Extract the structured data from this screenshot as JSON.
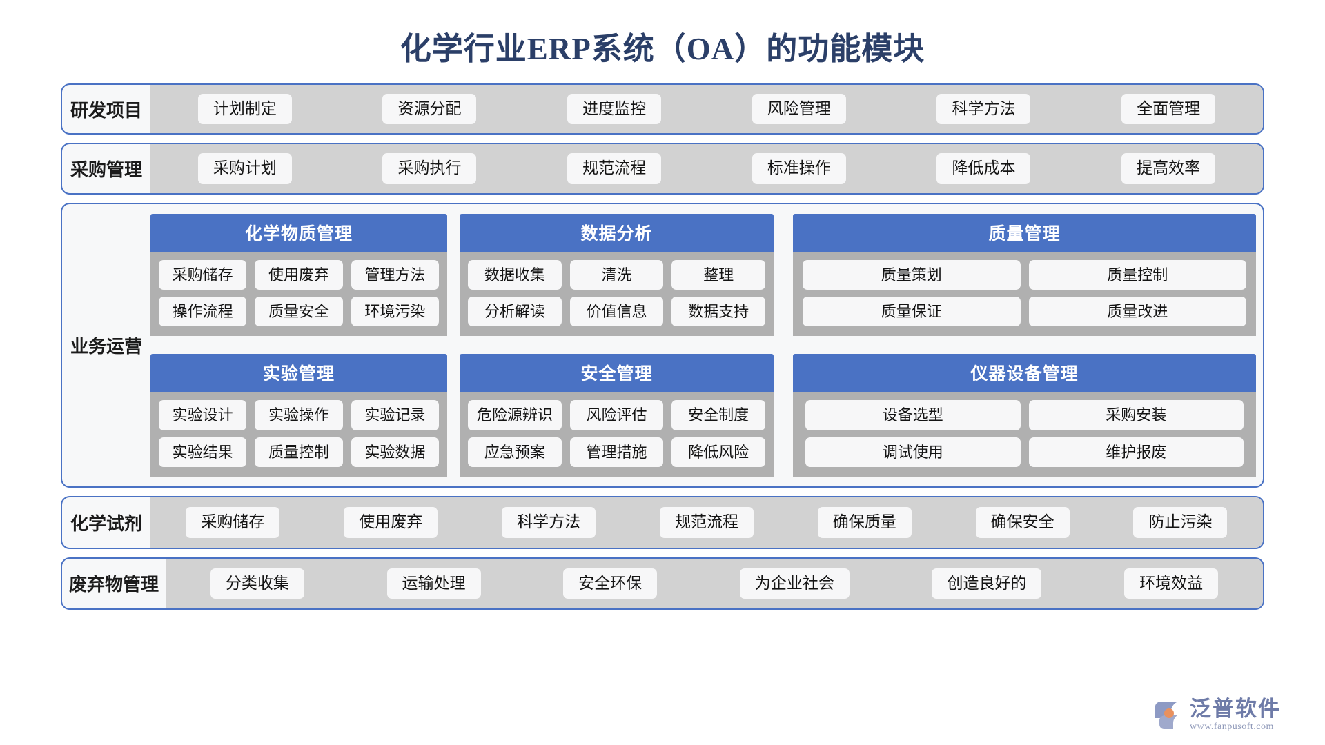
{
  "title": "化学行业ERP系统（OA）的功能模块",
  "colors": {
    "title_text": "#2b3f68",
    "frame_border": "#4a72c4",
    "card_header": "#4a72c4",
    "section_band": "#d2d2d2",
    "card_band": "#b0b0b0",
    "pill_bg": "#f7f7f8",
    "logo_text": "#6e7ba8"
  },
  "sections": [
    {
      "id": "rd-project",
      "label": "研发项目",
      "items": [
        "计划制定",
        "资源分配",
        "进度监控",
        "风险管理",
        "科学方法",
        "全面管理"
      ]
    },
    {
      "id": "procurement",
      "label": "采购管理",
      "items": [
        "采购计划",
        "采购执行",
        "规范流程",
        "标准操作",
        "降低成本",
        "提高效率"
      ]
    }
  ],
  "operations": {
    "label": "业务运营",
    "cards": [
      {
        "id": "chemical-substance",
        "title": "化学物质管理",
        "rows": [
          [
            "采购储存",
            "使用废弃",
            "管理方法"
          ],
          [
            "操作流程",
            "质量安全",
            "环境污染"
          ]
        ]
      },
      {
        "id": "data-analysis",
        "title": "数据分析",
        "rows": [
          [
            "数据收集",
            "清洗",
            "整理"
          ],
          [
            "分析解读",
            "价值信息",
            "数据支持"
          ]
        ]
      },
      {
        "id": "quality-management",
        "title": "质量管理",
        "rows": [
          [
            "质量策划",
            "质量控制"
          ],
          [
            "质量保证",
            "质量改进"
          ]
        ]
      },
      {
        "id": "experiment-management",
        "title": "实验管理",
        "rows": [
          [
            "实验设计",
            "实验操作",
            "实验记录"
          ],
          [
            "实验结果",
            "质量控制",
            "实验数据"
          ]
        ]
      },
      {
        "id": "safety-management",
        "title": "安全管理",
        "rows": [
          [
            "危险源辨识",
            "风险评估",
            "安全制度"
          ],
          [
            "应急预案",
            "管理措施",
            "降低风险"
          ]
        ]
      },
      {
        "id": "instrument-equipment",
        "title": "仪器设备管理",
        "rows": [
          [
            "设备选型",
            "采购安装"
          ],
          [
            "调试使用",
            "维护报废"
          ]
        ]
      }
    ]
  },
  "bottom_sections": [
    {
      "id": "chemical-reagent",
      "label": "化学试剂",
      "items": [
        "采购储存",
        "使用废弃",
        "科学方法",
        "规范流程",
        "确保质量",
        "确保安全",
        "防止污染"
      ]
    },
    {
      "id": "waste-management",
      "label": "废弃物管理",
      "items": [
        "分类收集",
        "运输处理",
        "安全环保",
        "为企业社会",
        "创造良好的",
        "环境效益"
      ]
    }
  ],
  "logo": {
    "name": "泛普软件",
    "url": "www.fanpusoft.com"
  }
}
